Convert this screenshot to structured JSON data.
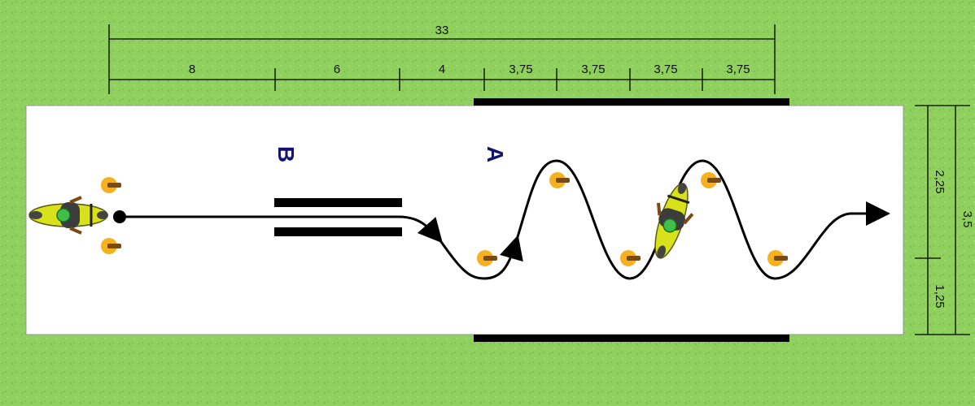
{
  "colors": {
    "grass": "#8fd05e",
    "grass_dark": "#6fb444",
    "track": "#ffffff",
    "line": "#000000",
    "cone": "#f5b21e",
    "cone_post": "#7a4a12",
    "zone_label": "#14146e",
    "bike_body": "#d8e21a",
    "bike_helmet": "#3fbf4a"
  },
  "dimensions": {
    "total_length": "33",
    "segments": [
      "8",
      "6",
      "4",
      "3,75",
      "3,75",
      "3,75",
      "3,75"
    ],
    "width_total": "3,5",
    "width_upper": "2,25",
    "width_lower": "1,25"
  },
  "zones": {
    "a_label": "A",
    "b_label": "B"
  },
  "icons": {
    "motorcycle": "motorcycle-rider-icon",
    "cone": "traffic-cone-icon",
    "arrow": "direction-arrow-icon"
  }
}
